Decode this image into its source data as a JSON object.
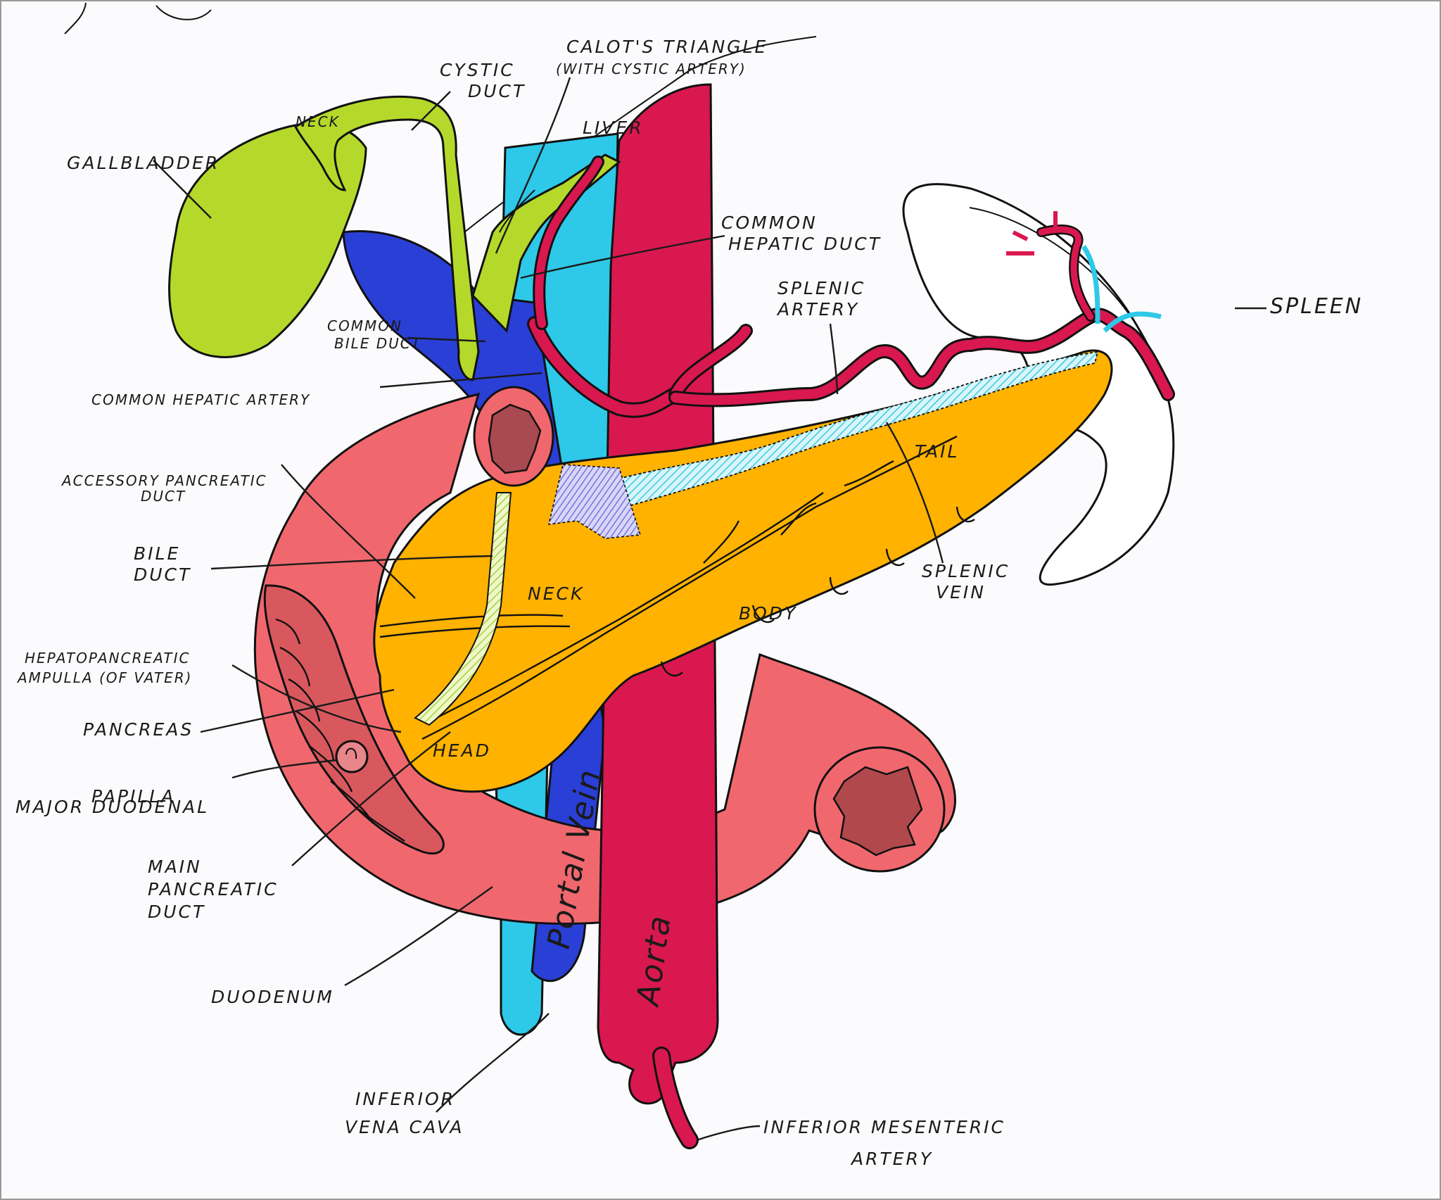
{
  "labels": {
    "gallbladder": "GALLBLADDER",
    "neck_gb": "NECK",
    "cystic_duct_1": "CYSTIC",
    "cystic_duct_2": "DUCT",
    "calot_1": "CALOT'S TRIANGLE",
    "calot_2": "(WITH CYSTIC ARTERY)",
    "liver": "LIVER",
    "common_hepatic_duct_1": "COMMON",
    "common_hepatic_duct_2": "HEPATIC DUCT",
    "splenic_artery_1": "SPLENIC",
    "splenic_artery_2": "ARTERY",
    "spleen": "SPLEEN",
    "common_bile_duct_1": "COMMON",
    "common_bile_duct_2": "BILE DUCT",
    "common_hepatic_artery": "COMMON HEPATIC ARTERY",
    "accessory_pancreatic_duct_1": "ACCESSORY PANCREATIC",
    "accessory_pancreatic_duct_2": "DUCT",
    "tail": "TAIL",
    "bile_duct_1": "BILE",
    "bile_duct_2": "DUCT",
    "neck_pancreas": "NECK",
    "splenic_vein_1": "SPLENIC",
    "splenic_vein_2": "VEIN",
    "body": "BODY",
    "hepatopancreatic_1": "HEPATOPANCREATIC",
    "hepatopancreatic_2": "AMPULLA (OF VATER)",
    "pancreas": "PANCREAS",
    "head": "HEAD",
    "major_duodenal_papilla_1": "MAJOR DUODENAL",
    "major_duodenal_papilla_2": "PAPILLA",
    "main_pancreatic_duct_1": "MAIN",
    "main_pancreatic_duct_2": "PANCREATIC",
    "main_pancreatic_duct_3": "DUCT",
    "duodenum": "DUODENUM",
    "portal_vein": "Portal Vein",
    "aorta": "Aorta",
    "ivc_1": "INFERIOR",
    "ivc_2": "VENA CAVA",
    "ima_1": "INFERIOR MESENTERIC",
    "ima_2": "ARTERY"
  },
  "colors": {
    "gallbladder": "#b5d92a",
    "pancreas": "#ffb200",
    "duodenum": "#f0686e",
    "aorta": "#d9184f",
    "portal_vein": "#2a3fd6",
    "ivc": "#2ec8e8",
    "duct_hatch": "#dff0a8",
    "splenic_vein_hatch": "#9ee8f0",
    "accessory_patch": "#8a86e0"
  }
}
